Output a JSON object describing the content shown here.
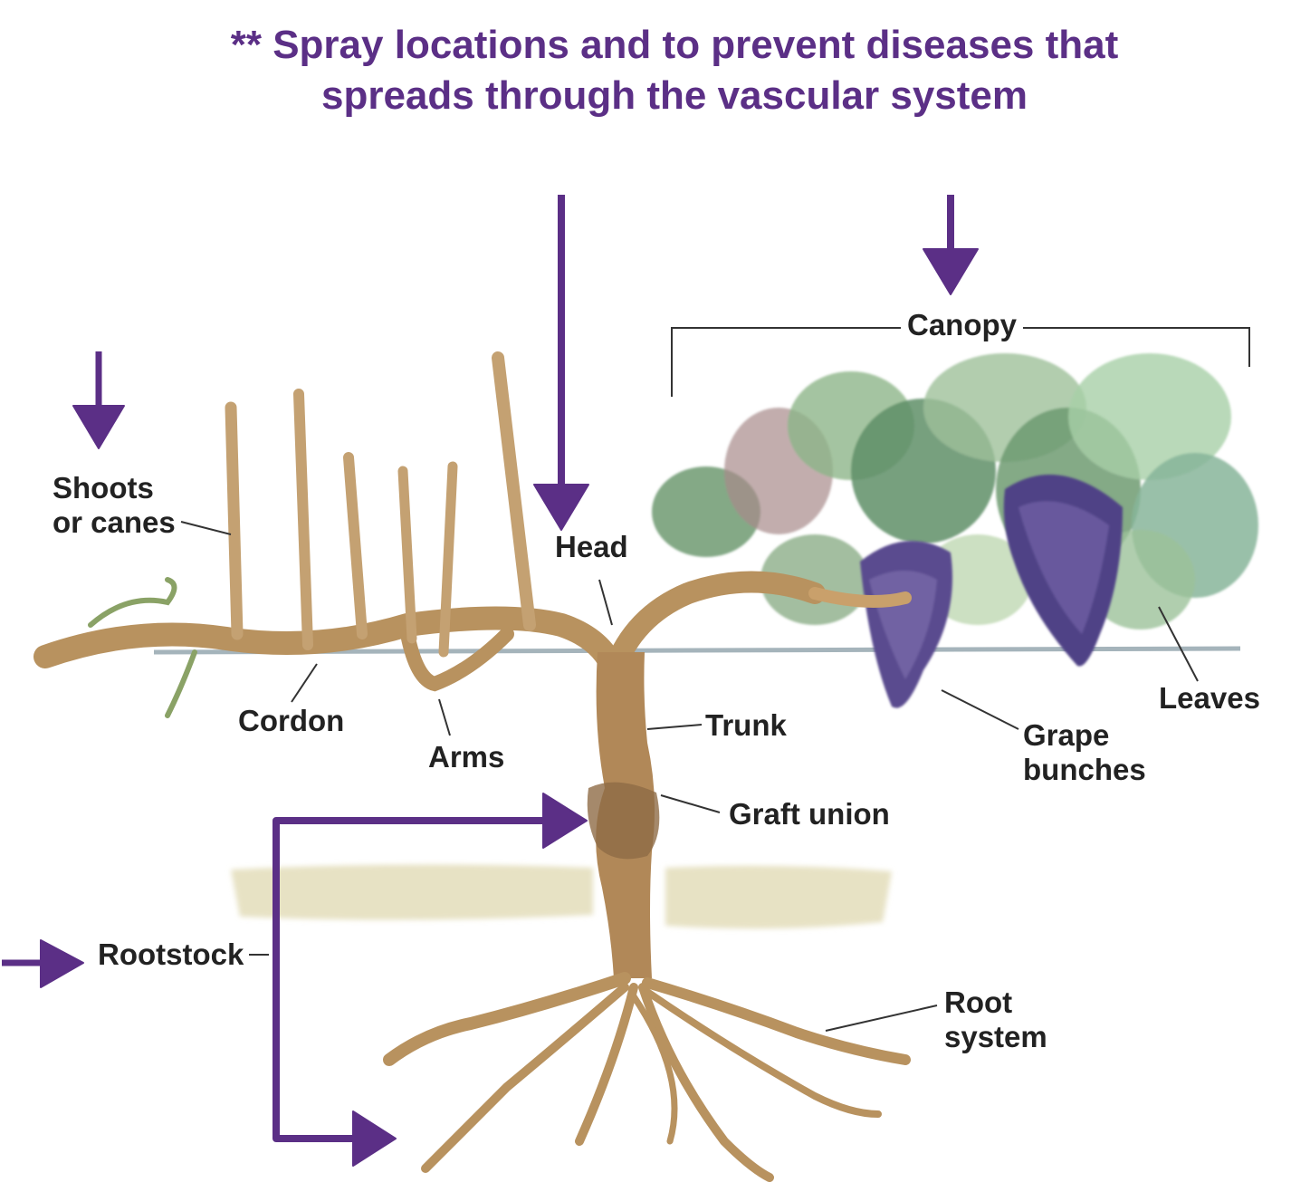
{
  "title": {
    "line1": "** Spray locations and to prevent diseases that",
    "line2": "spreads through the vascular system"
  },
  "labels": {
    "shoots": [
      "Shoots",
      "or canes"
    ],
    "head": "Head",
    "canopy": "Canopy",
    "cordon": "Cordon",
    "arms": "Arms",
    "trunk": "Trunk",
    "graft_union": "Graft union",
    "grape_bunches": [
      "Grape",
      "bunches"
    ],
    "leaves": "Leaves",
    "rootstock": "Rootstock",
    "root_system": [
      "Root",
      "system"
    ]
  },
  "colors": {
    "accent": "#5b2f86",
    "label_text": "#222222",
    "wood": "#b8925f",
    "leaf": "#7fa77a",
    "grape": "#5a4b8f"
  }
}
